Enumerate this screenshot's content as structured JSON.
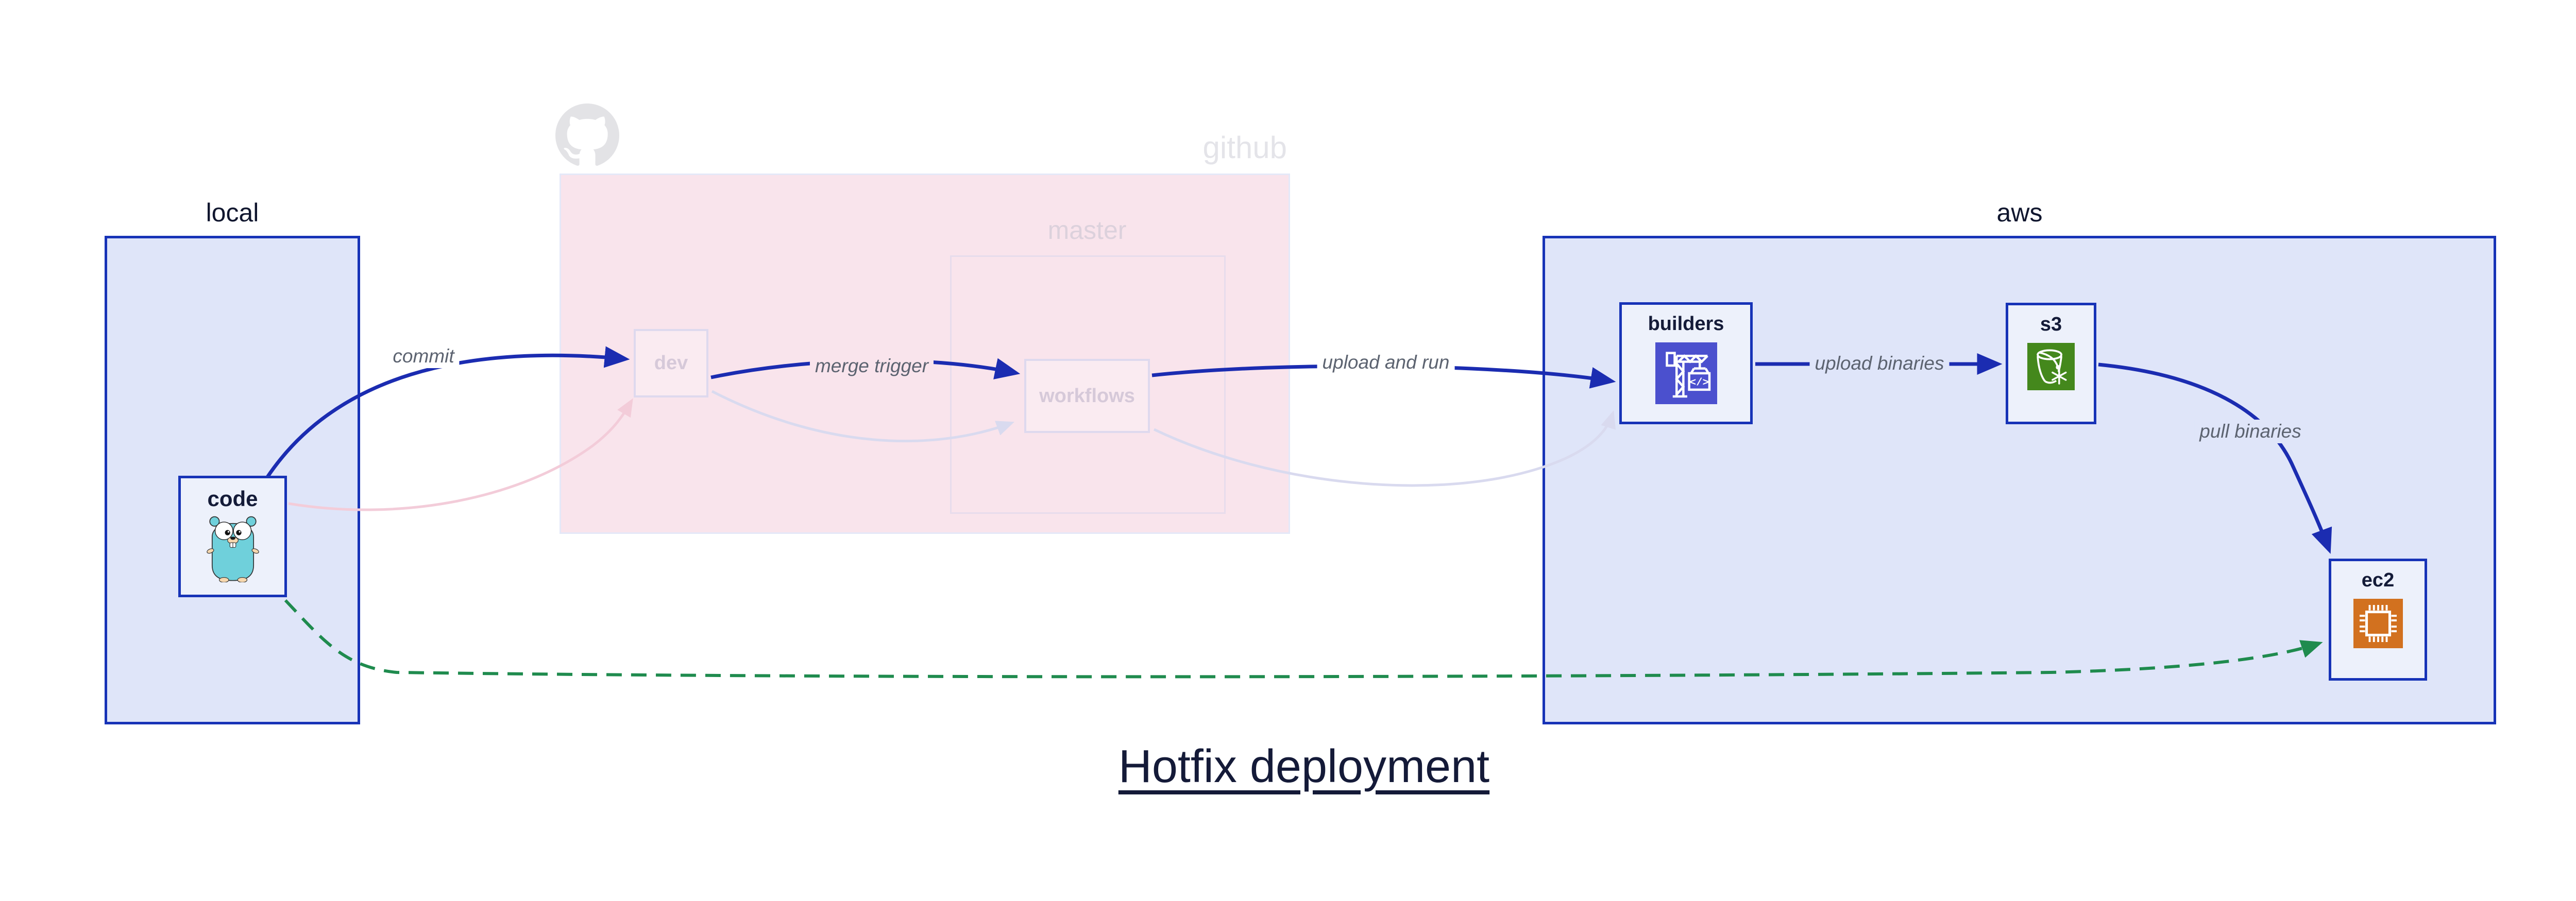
{
  "title": {
    "text": "Hotfix deployment"
  },
  "groups": {
    "local": {
      "label": "local"
    },
    "github": {
      "label": "github"
    },
    "master": {
      "label": "master"
    },
    "aws": {
      "label": "aws"
    }
  },
  "nodes": {
    "code": {
      "label": "code"
    },
    "dev": {
      "label": "dev"
    },
    "workflows": {
      "label": "workflows"
    },
    "builders": {
      "label": "builders"
    },
    "s3": {
      "label": "s3"
    },
    "ec2": {
      "label": "ec2"
    }
  },
  "edges": {
    "commit": {
      "label": "commit"
    },
    "merge_trigger": {
      "label": "merge trigger"
    },
    "upload_and_run": {
      "label": "upload and run"
    },
    "upload_binaries": {
      "label": "upload binaries"
    },
    "pull_binaries": {
      "label": "pull binaries"
    }
  },
  "icons": {
    "octocat": {
      "name": "github-octocat-icon",
      "color": "#e3e3e6"
    },
    "gopher": {
      "name": "go-gopher-icon",
      "color": "#6fd0db"
    },
    "codebuild": {
      "name": "codebuild-crane-icon",
      "color": "#4b50ce"
    },
    "s3_bucket": {
      "name": "s3-bucket-icon",
      "color": "#44881c"
    },
    "ec2_chip": {
      "name": "ec2-chip-icon",
      "color": "#d2711f"
    }
  },
  "colors": {
    "accent_blue_border": "#1733b7",
    "edge_blue": "#1b2cb1",
    "edge_green": "#1f8b4e",
    "edge_faint_pink": "#f3ccd9",
    "edge_faint_lavender": "#d9daef",
    "group_lavender_fill": "#dfe5f9",
    "group_pink_fill": "#f9e4ec",
    "node_fill": "#edf1fb",
    "label_gray": "#5c6370",
    "text_navy": "#141a38"
  }
}
